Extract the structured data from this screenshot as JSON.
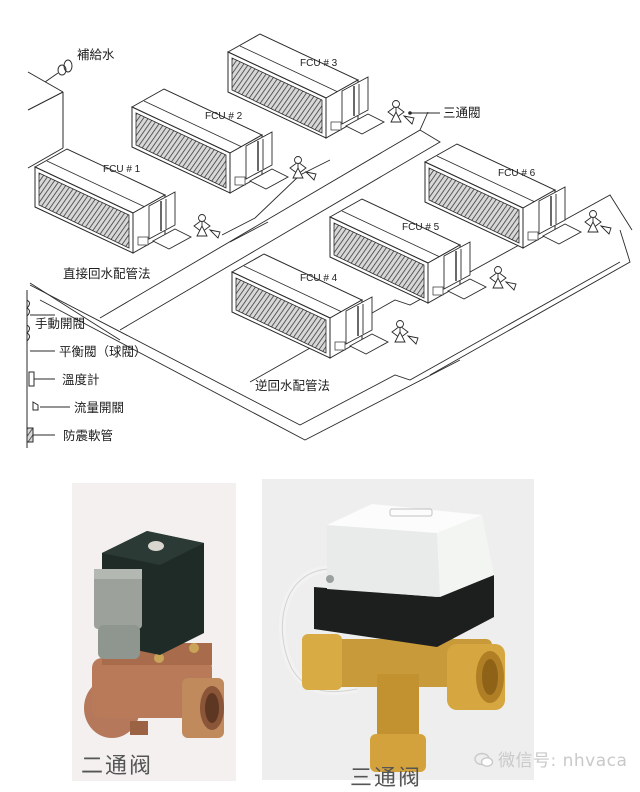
{
  "diagram": {
    "top_left_label": "補給水",
    "three_way_valve_label": "三通閥",
    "direct_return_label": "直接回水配管法",
    "reverse_return_label": "逆回水配管法",
    "units": [
      {
        "id": "FCU#1",
        "label": "FCU # 1"
      },
      {
        "id": "FCU#2",
        "label": "FCU # 2"
      },
      {
        "id": "FCU#3",
        "label": "FCU # 3"
      },
      {
        "id": "FCU#4",
        "label": "FCU # 4"
      },
      {
        "id": "FCU#5",
        "label": "FCU # 5"
      },
      {
        "id": "FCU#6",
        "label": "FCU # 6"
      }
    ],
    "legend": [
      {
        "label": "手動開閥",
        "symbol": "manual-valve"
      },
      {
        "label": "平衡閥（球閥）",
        "symbol": "balance-valve"
      },
      {
        "label": "溫度計",
        "symbol": "thermometer"
      },
      {
        "label": "流量開關",
        "symbol": "flow-switch"
      },
      {
        "label": "防震軟管",
        "symbol": "flex-hose"
      }
    ]
  },
  "photos": [
    {
      "caption": "二通阀",
      "subject": "two-way solenoid valve"
    },
    {
      "caption": "三通阀",
      "subject": "three-way motorized valve"
    }
  ],
  "watermark": {
    "text": "微信号: nhvaca",
    "icon": "wechat-icon"
  },
  "colors": {
    "line": "#2a2a2a",
    "brass": "#c99a3a",
    "bronze": "#b87a55",
    "actuator_white": "#e9ecea",
    "actuator_black": "#1c1f1e",
    "solenoid_dark": "#1e2a26",
    "solenoid_grey": "#9ea29c",
    "photo_bg": "#f0efef"
  }
}
